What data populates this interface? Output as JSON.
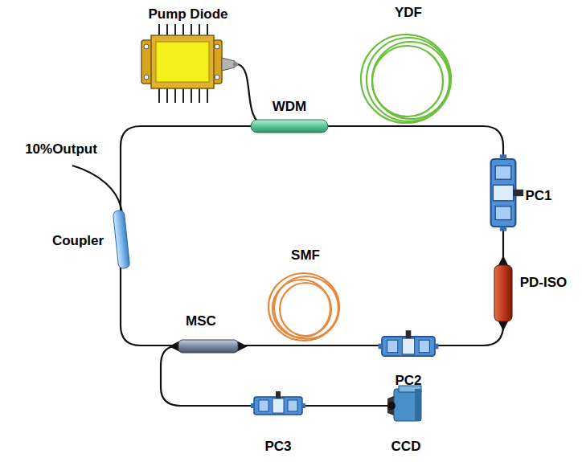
{
  "diagram": {
    "labels": [
      "Pump Diode",
      "YDF",
      "WDM",
      "10%Output",
      "PC1",
      "Coupler",
      "SMF",
      "PD-ISO",
      "MSC",
      "PC2",
      "PC3",
      "CCD"
    ]
  }
}
